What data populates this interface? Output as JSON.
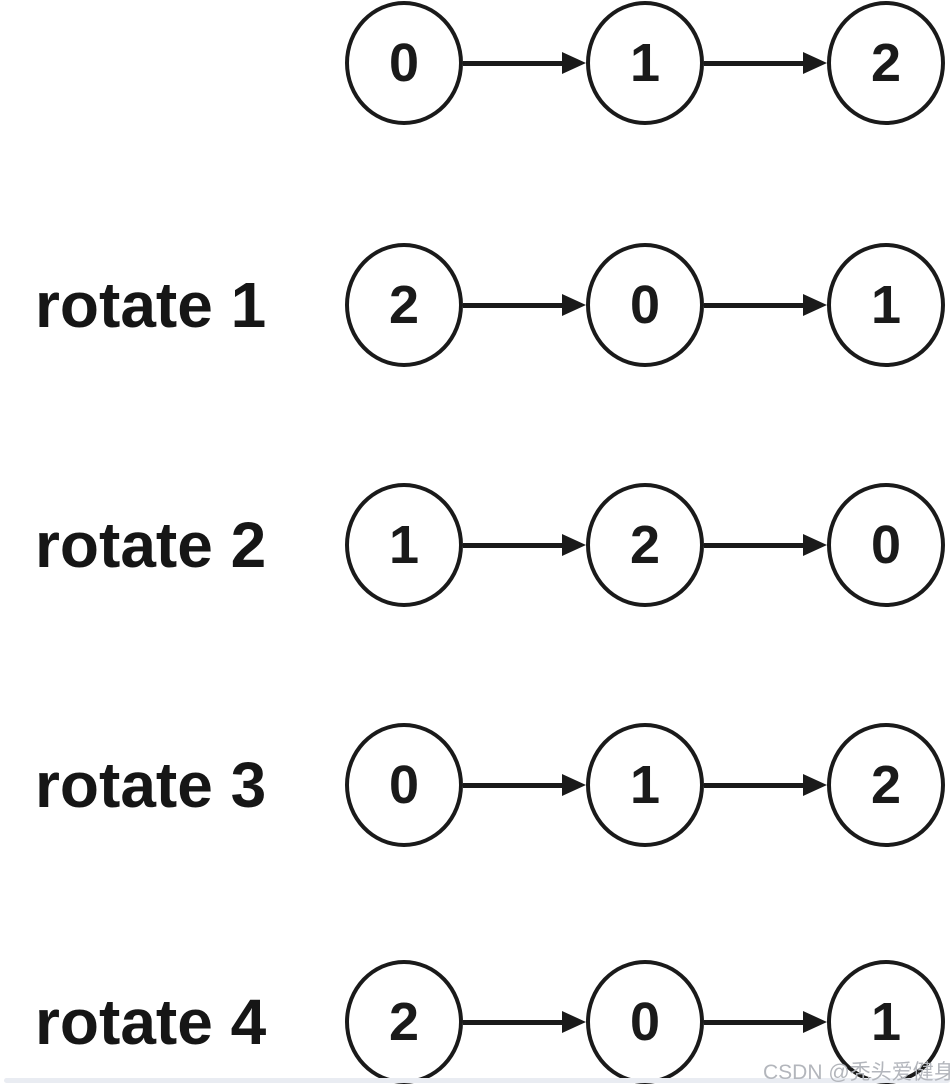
{
  "diagram": {
    "description": "Linked list rotation steps diagram",
    "colors": {
      "node_stroke": "#1a1a1a",
      "arrow": "#1a1a1a",
      "label_text": "#161616",
      "watermark_text": "#b3b6bc",
      "background": "#ffffff"
    },
    "rows": [
      {
        "label": "",
        "nodes": [
          "0",
          "1",
          "2"
        ]
      },
      {
        "label": "rotate 1",
        "nodes": [
          "2",
          "0",
          "1"
        ]
      },
      {
        "label": "rotate 2",
        "nodes": [
          "1",
          "2",
          "0"
        ]
      },
      {
        "label": "rotate 3",
        "nodes": [
          "0",
          "1",
          "2"
        ]
      },
      {
        "label": "rotate 4",
        "nodes": [
          "2",
          "0",
          "1"
        ]
      }
    ],
    "watermark": "CSDN @秃头爱健身"
  }
}
